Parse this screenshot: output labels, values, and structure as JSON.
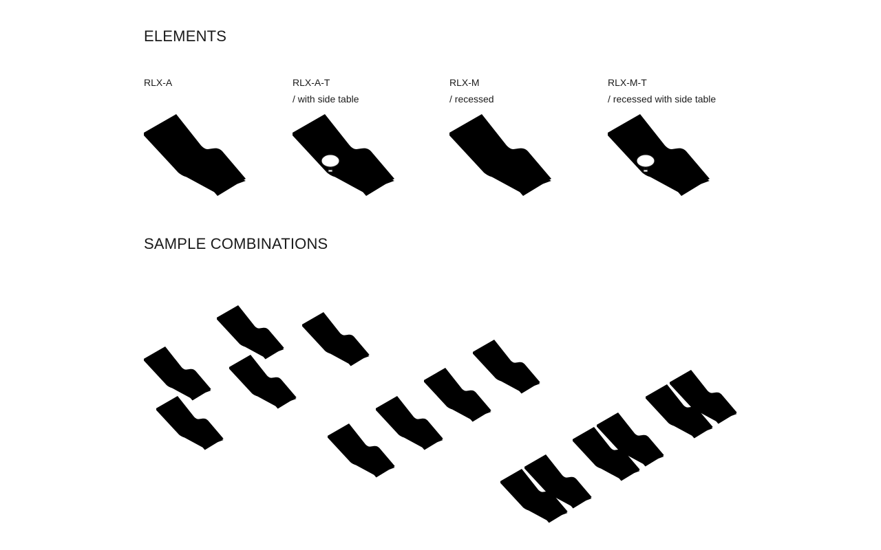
{
  "sections": {
    "elements_title": "ELEMENTS",
    "combinations_title": "SAMPLE COMBINATIONS"
  },
  "elements": [
    {
      "code": "RLX-A",
      "description": ""
    },
    {
      "code": "RLX-A-T",
      "description": "/ with side table"
    },
    {
      "code": "RLX-M",
      "description": "/ recessed"
    },
    {
      "code": "RLX-M-T",
      "description": "/ recessed with side table"
    }
  ],
  "colors": {
    "line": "#1a1a1a",
    "background": "#ffffff"
  }
}
